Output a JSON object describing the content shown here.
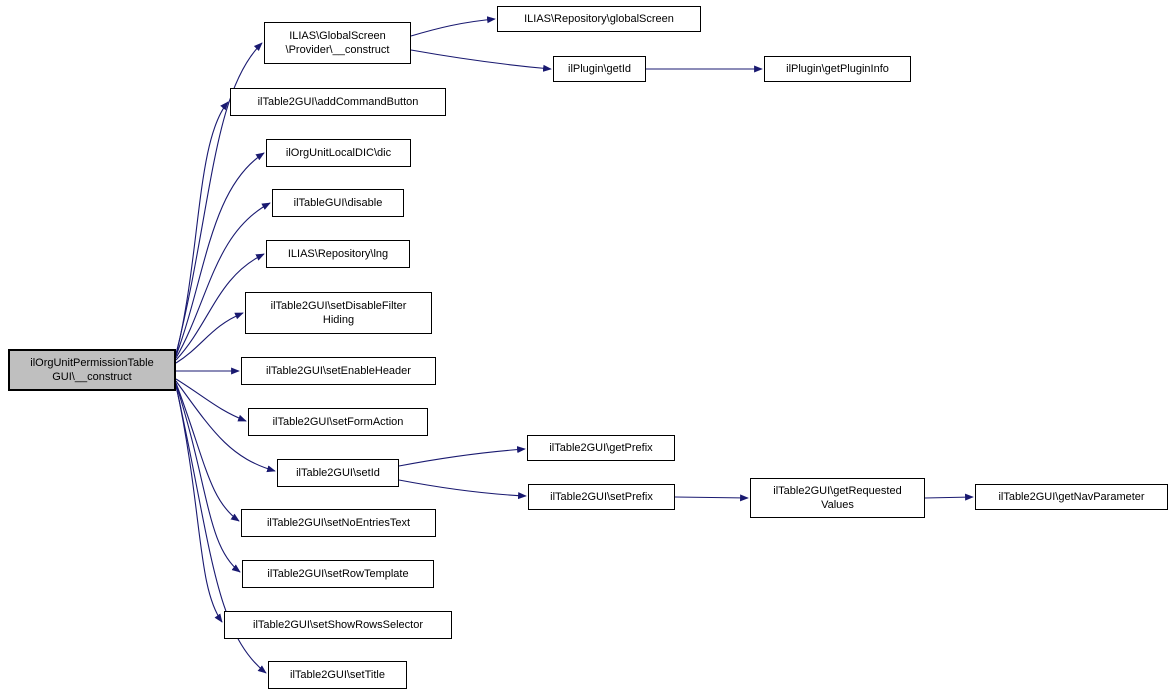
{
  "diagram": {
    "type": "call-graph",
    "colors": {
      "edge": "#191970",
      "node_border": "#000000",
      "node_fill": "#ffffff",
      "root_fill": "#bfbfbf"
    }
  },
  "nodes": [
    {
      "id": "ilOrgUnitPermissionTableGUI\\__construct",
      "lines": [
        "ilOrgUnitPermissionTable",
        "GUI\\__construct"
      ]
    },
    {
      "id": "ILIAS\\GlobalScreen\\Provider\\__construct",
      "lines": [
        "ILIAS\\GlobalScreen",
        "\\Provider\\__construct"
      ]
    },
    {
      "id": "ilTable2GUI\\addCommandButton",
      "lines": [
        "ilTable2GUI\\addCommandButton"
      ]
    },
    {
      "id": "ilOrgUnitLocalDIC\\dic",
      "lines": [
        "ilOrgUnitLocalDIC\\dic"
      ]
    },
    {
      "id": "ilTableGUI\\disable",
      "lines": [
        "ilTableGUI\\disable"
      ]
    },
    {
      "id": "ILIAS\\Repository\\lng",
      "lines": [
        "ILIAS\\Repository\\lng"
      ]
    },
    {
      "id": "ilTable2GUI\\setDisableFilterHiding",
      "lines": [
        "ilTable2GUI\\setDisableFilter",
        "Hiding"
      ]
    },
    {
      "id": "ilTable2GUI\\setEnableHeader",
      "lines": [
        "ilTable2GUI\\setEnableHeader"
      ]
    },
    {
      "id": "ilTable2GUI\\setFormAction",
      "lines": [
        "ilTable2GUI\\setFormAction"
      ]
    },
    {
      "id": "ilTable2GUI\\setId",
      "lines": [
        "ilTable2GUI\\setId"
      ]
    },
    {
      "id": "ilTable2GUI\\setNoEntriesText",
      "lines": [
        "ilTable2GUI\\setNoEntriesText"
      ]
    },
    {
      "id": "ilTable2GUI\\setRowTemplate",
      "lines": [
        "ilTable2GUI\\setRowTemplate"
      ]
    },
    {
      "id": "ilTable2GUI\\setShowRowsSelector",
      "lines": [
        "ilTable2GUI\\setShowRowsSelector"
      ]
    },
    {
      "id": "ilTable2GUI\\setTitle",
      "lines": [
        "ilTable2GUI\\setTitle"
      ]
    },
    {
      "id": "ILIAS\\Repository\\globalScreen",
      "lines": [
        "ILIAS\\Repository\\globalScreen"
      ]
    },
    {
      "id": "ilPlugin\\getId",
      "lines": [
        "ilPlugin\\getId"
      ]
    },
    {
      "id": "ilPlugin\\getPluginInfo",
      "lines": [
        "ilPlugin\\getPluginInfo"
      ]
    },
    {
      "id": "ilTable2GUI\\getPrefix",
      "lines": [
        "ilTable2GUI\\getPrefix"
      ]
    },
    {
      "id": "ilTable2GUI\\setPrefix",
      "lines": [
        "ilTable2GUI\\setPrefix"
      ]
    },
    {
      "id": "ilTable2GUI\\getRequestedValues",
      "lines": [
        "ilTable2GUI\\getRequested",
        "Values"
      ]
    },
    {
      "id": "ilTable2GUI\\getNavParameter",
      "lines": [
        "ilTable2GUI\\getNavParameter"
      ]
    }
  ],
  "edges": [
    {
      "from": "ilOrgUnitPermissionTableGUI\\__construct",
      "to": "ILIAS\\GlobalScreen\\Provider\\__construct"
    },
    {
      "from": "ilOrgUnitPermissionTableGUI\\__construct",
      "to": "ilTable2GUI\\addCommandButton"
    },
    {
      "from": "ilOrgUnitPermissionTableGUI\\__construct",
      "to": "ilOrgUnitLocalDIC\\dic"
    },
    {
      "from": "ilOrgUnitPermissionTableGUI\\__construct",
      "to": "ilTableGUI\\disable"
    },
    {
      "from": "ilOrgUnitPermissionTableGUI\\__construct",
      "to": "ILIAS\\Repository\\lng"
    },
    {
      "from": "ilOrgUnitPermissionTableGUI\\__construct",
      "to": "ilTable2GUI\\setDisableFilterHiding"
    },
    {
      "from": "ilOrgUnitPermissionTableGUI\\__construct",
      "to": "ilTable2GUI\\setEnableHeader"
    },
    {
      "from": "ilOrgUnitPermissionTableGUI\\__construct",
      "to": "ilTable2GUI\\setFormAction"
    },
    {
      "from": "ilOrgUnitPermissionTableGUI\\__construct",
      "to": "ilTable2GUI\\setId"
    },
    {
      "from": "ilOrgUnitPermissionTableGUI\\__construct",
      "to": "ilTable2GUI\\setNoEntriesText"
    },
    {
      "from": "ilOrgUnitPermissionTableGUI\\__construct",
      "to": "ilTable2GUI\\setRowTemplate"
    },
    {
      "from": "ilOrgUnitPermissionTableGUI\\__construct",
      "to": "ilTable2GUI\\setShowRowsSelector"
    },
    {
      "from": "ilOrgUnitPermissionTableGUI\\__construct",
      "to": "ilTable2GUI\\setTitle"
    },
    {
      "from": "ILIAS\\GlobalScreen\\Provider\\__construct",
      "to": "ILIAS\\Repository\\globalScreen"
    },
    {
      "from": "ILIAS\\GlobalScreen\\Provider\\__construct",
      "to": "ilPlugin\\getId"
    },
    {
      "from": "ilPlugin\\getId",
      "to": "ilPlugin\\getPluginInfo"
    },
    {
      "from": "ilTable2GUI\\setId",
      "to": "ilTable2GUI\\getPrefix"
    },
    {
      "from": "ilTable2GUI\\setId",
      "to": "ilTable2GUI\\setPrefix"
    },
    {
      "from": "ilTable2GUI\\setPrefix",
      "to": "ilTable2GUI\\getRequestedValues"
    },
    {
      "from": "ilTable2GUI\\getRequestedValues",
      "to": "ilTable2GUI\\getNavParameter"
    }
  ]
}
